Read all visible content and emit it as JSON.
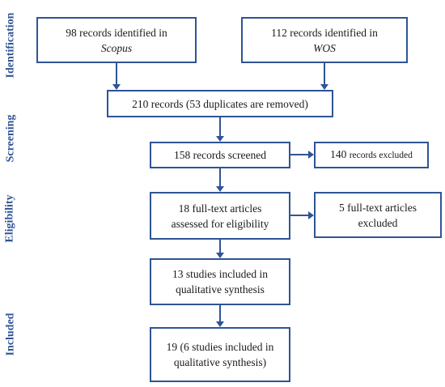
{
  "phases": {
    "identification": "Identification",
    "screening": "Screening",
    "eligibility": "Eligibility",
    "included": "Included"
  },
  "boxes": {
    "scopus": {
      "line1": "98 records identified in",
      "line2": "Scopus"
    },
    "wos": {
      "line1": "112 records identified in",
      "line2": "WOS"
    },
    "merged": {
      "text": "210 records (53 duplicates are removed)"
    },
    "screened": {
      "text": "158 records screened"
    },
    "excluded_screen": {
      "count": "140",
      "text": "records excluded"
    },
    "fulltext": {
      "line1": "18 full-text articles",
      "line2": "assessed for eligibility"
    },
    "excluded_fulltext": {
      "line1": "5 full-text articles",
      "line2": "excluded"
    },
    "qualitative": {
      "line1": "13 studies included in",
      "line2": "qualitative synthesis"
    },
    "final": {
      "line1": "19 (6 studies included in",
      "line2": "qualitative synthesis)"
    }
  },
  "colors": {
    "accent": "#2f5496",
    "text": "#1a1a1a"
  }
}
